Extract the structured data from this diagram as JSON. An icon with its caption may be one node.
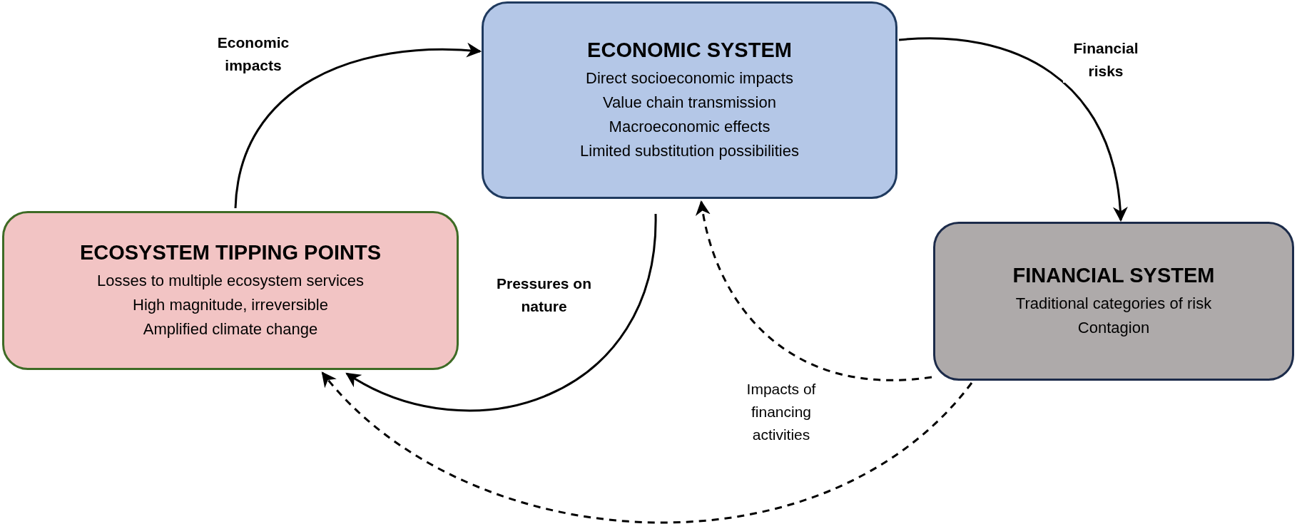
{
  "diagram": {
    "nodes": [
      {
        "text": [
          "ECONOMIC SYSTEM",
          "Direct socioeconomic impacts",
          "Value chain transmission",
          "Macroeconomic effects",
          "Limited substitution possibilities"
        ]
      },
      {
        "text": [
          "ECOSYSTEM TIPPING POINTS",
          "Losses to multiple ecosystem services",
          "High magnitude, irreversible",
          "Amplified climate change"
        ]
      },
      {
        "text": [
          "FINANCIAL SYSTEM",
          "Traditional categories of risk",
          "Contagion"
        ]
      }
    ],
    "edges": [
      {
        "from": 1,
        "to": 0,
        "arrow": "to",
        "label": "Economic impacts"
      },
      {
        "from": 0,
        "to": 2,
        "arrow": "to",
        "label": "Financial risks"
      },
      {
        "from": 0,
        "to": 1,
        "arrow": "to",
        "label": "Pressures on nature"
      },
      {
        "from": 2,
        "to": 0,
        "arrow": "to",
        "style": "dashed"
      },
      {
        "from": 2,
        "to": 1,
        "arrow": "to",
        "style": "dashed"
      }
    ],
    "labels": [
      "Impacts of financing activities"
    ]
  }
}
